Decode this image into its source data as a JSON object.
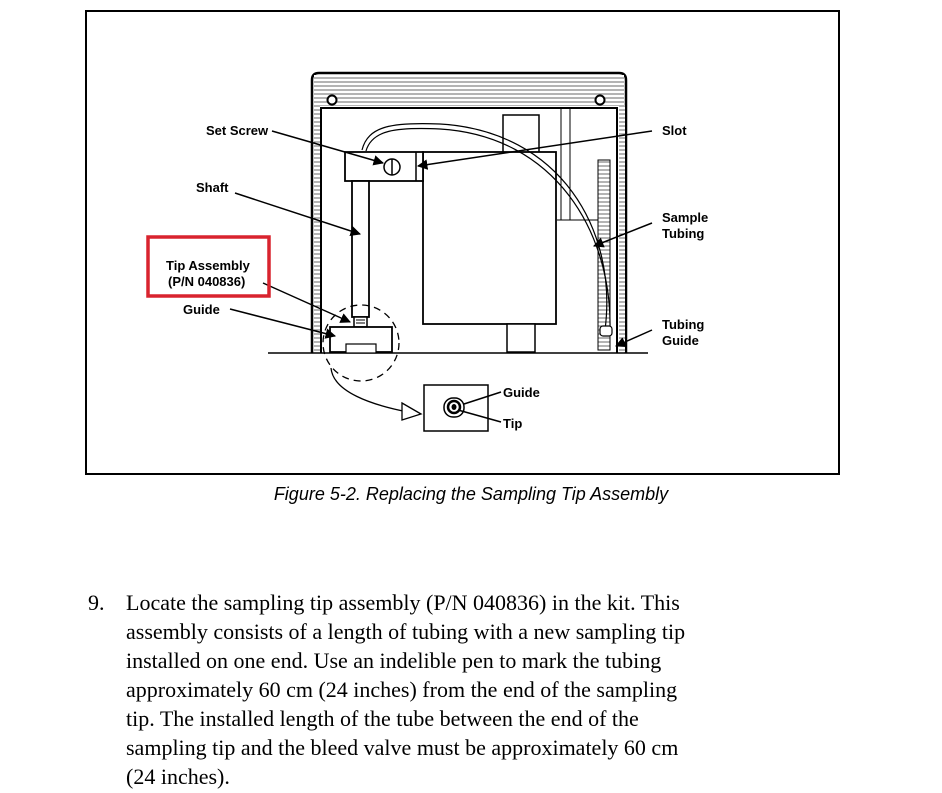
{
  "figure": {
    "labels": {
      "set_screw": "Set Screw",
      "shaft": "Shaft",
      "tip_assembly_line1": "Tip Assembly",
      "tip_assembly_line2": "(P/N 040836)",
      "guide": "Guide",
      "slot": "Slot",
      "sample_tubing_line1": "Sample",
      "sample_tubing_line2": "Tubing",
      "tubing_guide_line1": "Tubing",
      "tubing_guide_line2": "Guide",
      "inset_guide": "Guide",
      "inset_tip": "Tip"
    },
    "highlight_color": "#d9232e"
  },
  "caption": "Figure 5-2. Replacing the Sampling Tip Assembly",
  "step": {
    "number": "9.",
    "lines": [
      "Locate the sampling tip assembly (P/N 040836) in the kit. This",
      "assembly consists of a length of tubing with a new sampling tip",
      "installed on one end. Use an indelible pen to mark the tubing",
      "approximately 60 cm (24 inches) from the end of the sampling",
      "tip. The installed length of the tube between the end of the",
      "sampling tip and the bleed valve must be approximately 60 cm",
      "(24 inches)."
    ]
  }
}
